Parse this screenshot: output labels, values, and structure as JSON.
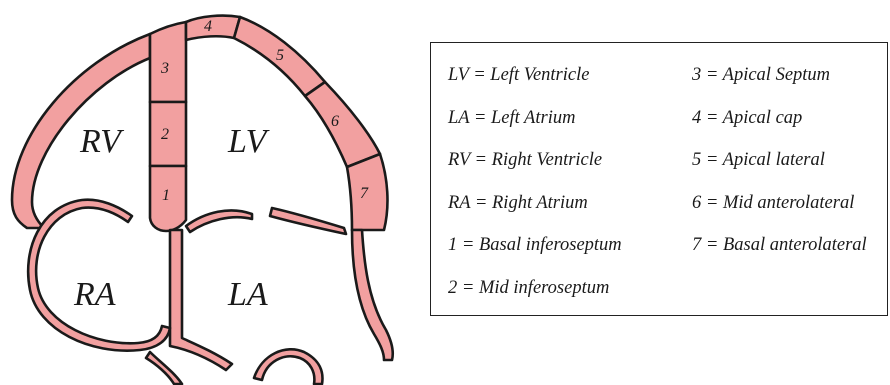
{
  "diagram": {
    "chambers": {
      "rv": "RV",
      "lv": "LV",
      "ra": "RA",
      "la": "LA"
    },
    "segments": [
      "1",
      "2",
      "3",
      "4",
      "5",
      "6",
      "7"
    ],
    "colors": {
      "wall_fill": "#f2a0a0",
      "outline": "#1a1a1a",
      "background": "#ffffff"
    }
  },
  "legend": {
    "left_column": [
      "LV = Left Ventricle",
      "LA = Left Atrium",
      "RV = Right Ventricle",
      "RA = Right Atrium",
      "1 = Basal inferoseptum",
      "2 = Mid inferoseptum"
    ],
    "right_column": [
      "3 = Apical Septum",
      "4 = Apical cap",
      "5 = Apical lateral",
      "6 = Mid anterolateral",
      "7 = Basal anterolateral"
    ]
  }
}
